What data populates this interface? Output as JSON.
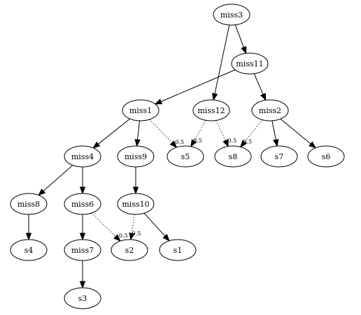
{
  "diagram": {
    "nodes": [
      {
        "id": "miss3",
        "label": "miss3"
      },
      {
        "id": "miss11",
        "label": "miss11"
      },
      {
        "id": "miss1",
        "label": "miss1"
      },
      {
        "id": "miss12",
        "label": "miss12"
      },
      {
        "id": "miss2",
        "label": "miss2"
      },
      {
        "id": "miss4",
        "label": "miss4"
      },
      {
        "id": "miss9",
        "label": "miss9"
      },
      {
        "id": "s5",
        "label": "s5"
      },
      {
        "id": "s8",
        "label": "s8"
      },
      {
        "id": "s7",
        "label": "s7"
      },
      {
        "id": "s6",
        "label": "s6"
      },
      {
        "id": "miss8",
        "label": "miss8"
      },
      {
        "id": "miss6",
        "label": "miss6"
      },
      {
        "id": "miss10",
        "label": "miss10"
      },
      {
        "id": "s4",
        "label": "s4"
      },
      {
        "id": "miss7",
        "label": "miss7"
      },
      {
        "id": "s2",
        "label": "s2"
      },
      {
        "id": "s1",
        "label": "s1"
      },
      {
        "id": "s3",
        "label": "s3"
      }
    ],
    "edges": [
      {
        "from": "miss3",
        "to": "miss11",
        "style": "solid",
        "label": ""
      },
      {
        "from": "miss3",
        "to": "miss12",
        "style": "solid",
        "label": ""
      },
      {
        "from": "miss11",
        "to": "miss1",
        "style": "solid",
        "label": ""
      },
      {
        "from": "miss11",
        "to": "miss2",
        "style": "solid",
        "label": ""
      },
      {
        "from": "miss1",
        "to": "miss4",
        "style": "solid",
        "label": ""
      },
      {
        "from": "miss1",
        "to": "miss9",
        "style": "solid",
        "label": ""
      },
      {
        "from": "miss1",
        "to": "s5",
        "style": "dotted",
        "label": "0.5"
      },
      {
        "from": "miss12",
        "to": "s5",
        "style": "dotted",
        "label": "0.5"
      },
      {
        "from": "miss12",
        "to": "s8",
        "style": "dotted",
        "label": "0.5"
      },
      {
        "from": "miss2",
        "to": "s8",
        "style": "dotted",
        "label": "0.5"
      },
      {
        "from": "miss2",
        "to": "s7",
        "style": "solid",
        "label": ""
      },
      {
        "from": "miss2",
        "to": "s6",
        "style": "solid",
        "label": ""
      },
      {
        "from": "miss4",
        "to": "miss8",
        "style": "solid",
        "label": ""
      },
      {
        "from": "miss4",
        "to": "miss6",
        "style": "solid",
        "label": ""
      },
      {
        "from": "miss9",
        "to": "miss10",
        "style": "solid",
        "label": ""
      },
      {
        "from": "miss8",
        "to": "s4",
        "style": "solid",
        "label": ""
      },
      {
        "from": "miss6",
        "to": "miss7",
        "style": "solid",
        "label": ""
      },
      {
        "from": "miss6",
        "to": "s2",
        "style": "dotted",
        "label": "0.5"
      },
      {
        "from": "miss10",
        "to": "s2",
        "style": "dotted",
        "label": "0.5"
      },
      {
        "from": "miss10",
        "to": "s1",
        "style": "solid",
        "label": ""
      },
      {
        "from": "miss7",
        "to": "s3",
        "style": "solid",
        "label": ""
      }
    ]
  }
}
